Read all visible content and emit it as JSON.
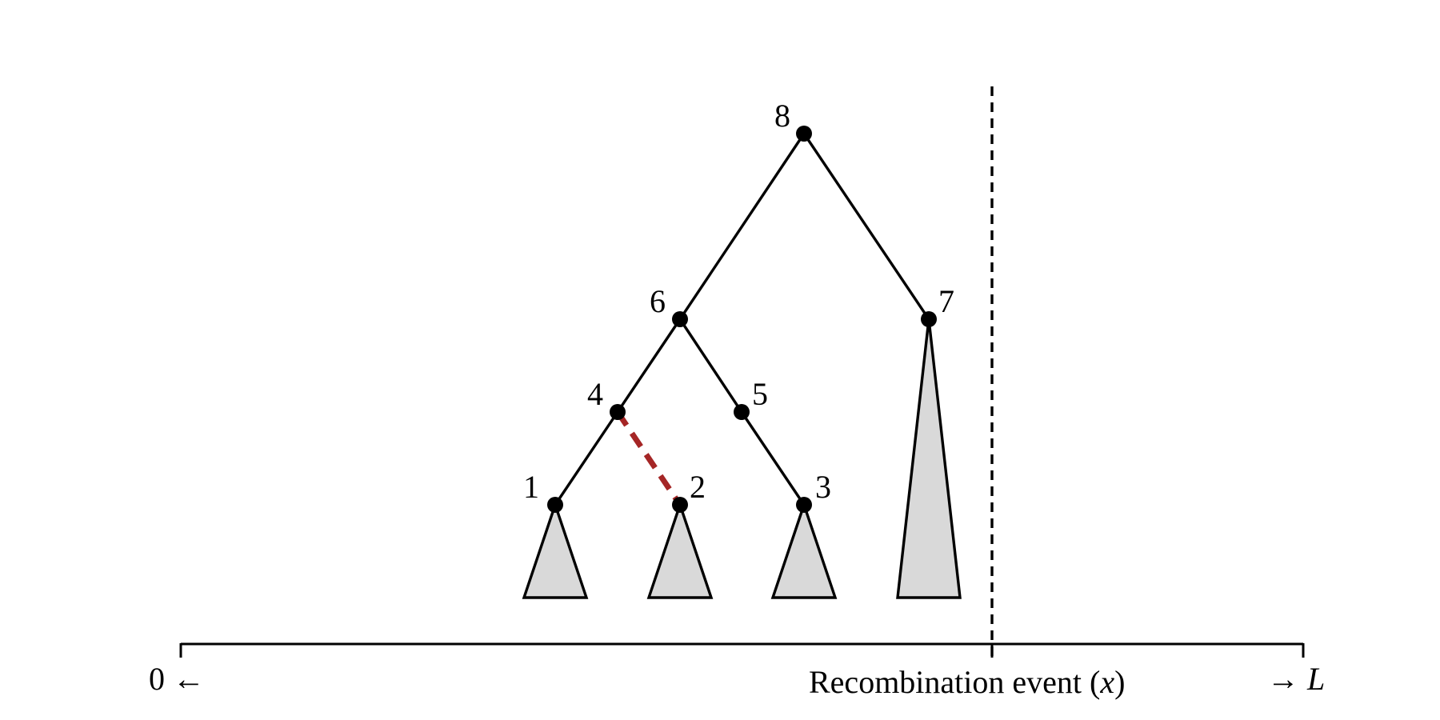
{
  "colors": {
    "edge": "#000000",
    "highlighted_edge": "#a52626",
    "subtree_fill": "#d9d9d9",
    "background": "#ffffff"
  },
  "tree": {
    "nodes": [
      {
        "id": "1",
        "label": "1"
      },
      {
        "id": "2",
        "label": "2"
      },
      {
        "id": "3",
        "label": "3"
      },
      {
        "id": "4",
        "label": "4"
      },
      {
        "id": "5",
        "label": "5"
      },
      {
        "id": "6",
        "label": "6"
      },
      {
        "id": "7",
        "label": "7"
      },
      {
        "id": "8",
        "label": "8"
      }
    ],
    "edges": [
      {
        "from": "8",
        "to": "6",
        "highlighted": false
      },
      {
        "from": "8",
        "to": "7",
        "highlighted": false
      },
      {
        "from": "6",
        "to": "4",
        "highlighted": false
      },
      {
        "from": "6",
        "to": "5",
        "highlighted": false
      },
      {
        "from": "4",
        "to": "1",
        "highlighted": false
      },
      {
        "from": "4",
        "to": "2",
        "highlighted": true
      },
      {
        "from": "5",
        "to": "3",
        "highlighted": false
      }
    ],
    "subtrees_below": [
      "1",
      "2",
      "3",
      "7"
    ]
  },
  "axis": {
    "left_label": "0 ←",
    "right_arrow": "→",
    "right_var": "L",
    "event_label_main": "Recombination event (",
    "event_label_var": "x",
    "event_label_end": ")"
  }
}
